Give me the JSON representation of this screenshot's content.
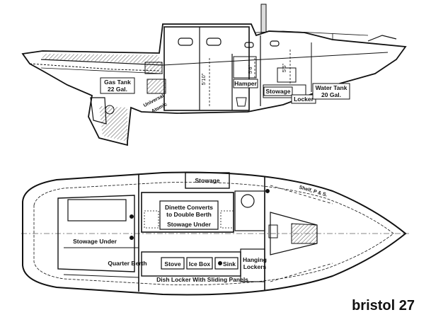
{
  "title": "bristol 27",
  "profile": {
    "gas_tank_line1": "Gas Tank",
    "gas_tank_line2": "22 Gal.",
    "engine_line1": "Universal",
    "engine_line2": "Atomic",
    "hamper": "Hamper",
    "stowage": "Stowage",
    "locker": "Locker",
    "water_tank_line1": "Water Tank",
    "water_tank_line2": "20 Gal.",
    "dim_cabin": "5'10\"",
    "dim_head": "5'6\"",
    "dim_forward": "5'5\""
  },
  "plan": {
    "stowage_top": "Stowage",
    "shelf": "Shelf, P & S.",
    "dinette_line1": "Dinette Converts",
    "dinette_line2": "to Double Berth",
    "dinette_line3": "Stowage Under",
    "stowage_under": "Stowage Under",
    "quarter_berth": "Quarter Berth",
    "stove": "Stove",
    "ice_box": "Ice Box",
    "sink": "Sink",
    "hanging_line1": "Hanging",
    "hanging_line2": "Lockers",
    "dish_locker": "Dish Locker With Sliding Panels"
  }
}
